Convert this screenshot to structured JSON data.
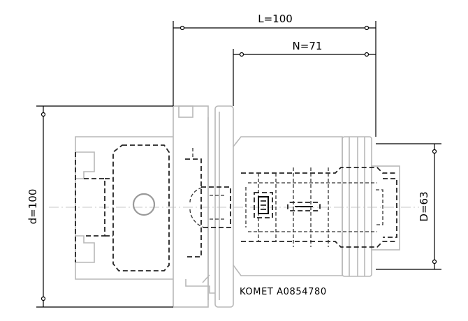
{
  "dimensions": {
    "L": "L=100",
    "N": "N=71",
    "d": "d=100",
    "D": "D=63"
  },
  "caption": "KOMET A0854780"
}
